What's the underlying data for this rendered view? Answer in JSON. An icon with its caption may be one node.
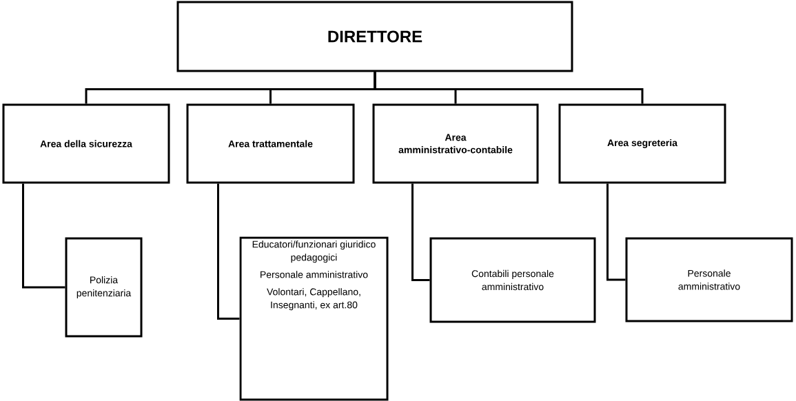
{
  "diagram": {
    "nodes": [
      {
        "text": [
          "DIRETTORE"
        ]
      },
      {
        "text": [
          "Area della sicurezza"
        ]
      },
      {
        "text": [
          "Area trattamentale"
        ]
      },
      {
        "text": [
          "Area amministrativo-contabile"
        ]
      },
      {
        "text": [
          "Area segreteria"
        ]
      },
      {
        "text": [
          "Polizia penitenziaria"
        ]
      },
      {
        "text": [
          "Educatori/funzionari giuridico pedagogici",
          "Personale amministrativo",
          "Volontari, Cappellano, Insegnanti, ex art.80"
        ]
      },
      {
        "text": [
          "Contabili personale amministrativo"
        ]
      },
      {
        "text": [
          "Personale amministrativo"
        ]
      }
    ],
    "edges": [
      {
        "from": 0,
        "to": 1,
        "arrow": "none"
      },
      {
        "from": 0,
        "to": 2,
        "arrow": "none"
      },
      {
        "from": 0,
        "to": 3,
        "arrow": "none"
      },
      {
        "from": 0,
        "to": 4,
        "arrow": "none"
      },
      {
        "from": 1,
        "to": 5,
        "arrow": "none"
      },
      {
        "from": 2,
        "to": 6,
        "arrow": "none"
      },
      {
        "from": 3,
        "to": 7,
        "arrow": "none"
      },
      {
        "from": 4,
        "to": 8,
        "arrow": "none"
      }
    ]
  }
}
